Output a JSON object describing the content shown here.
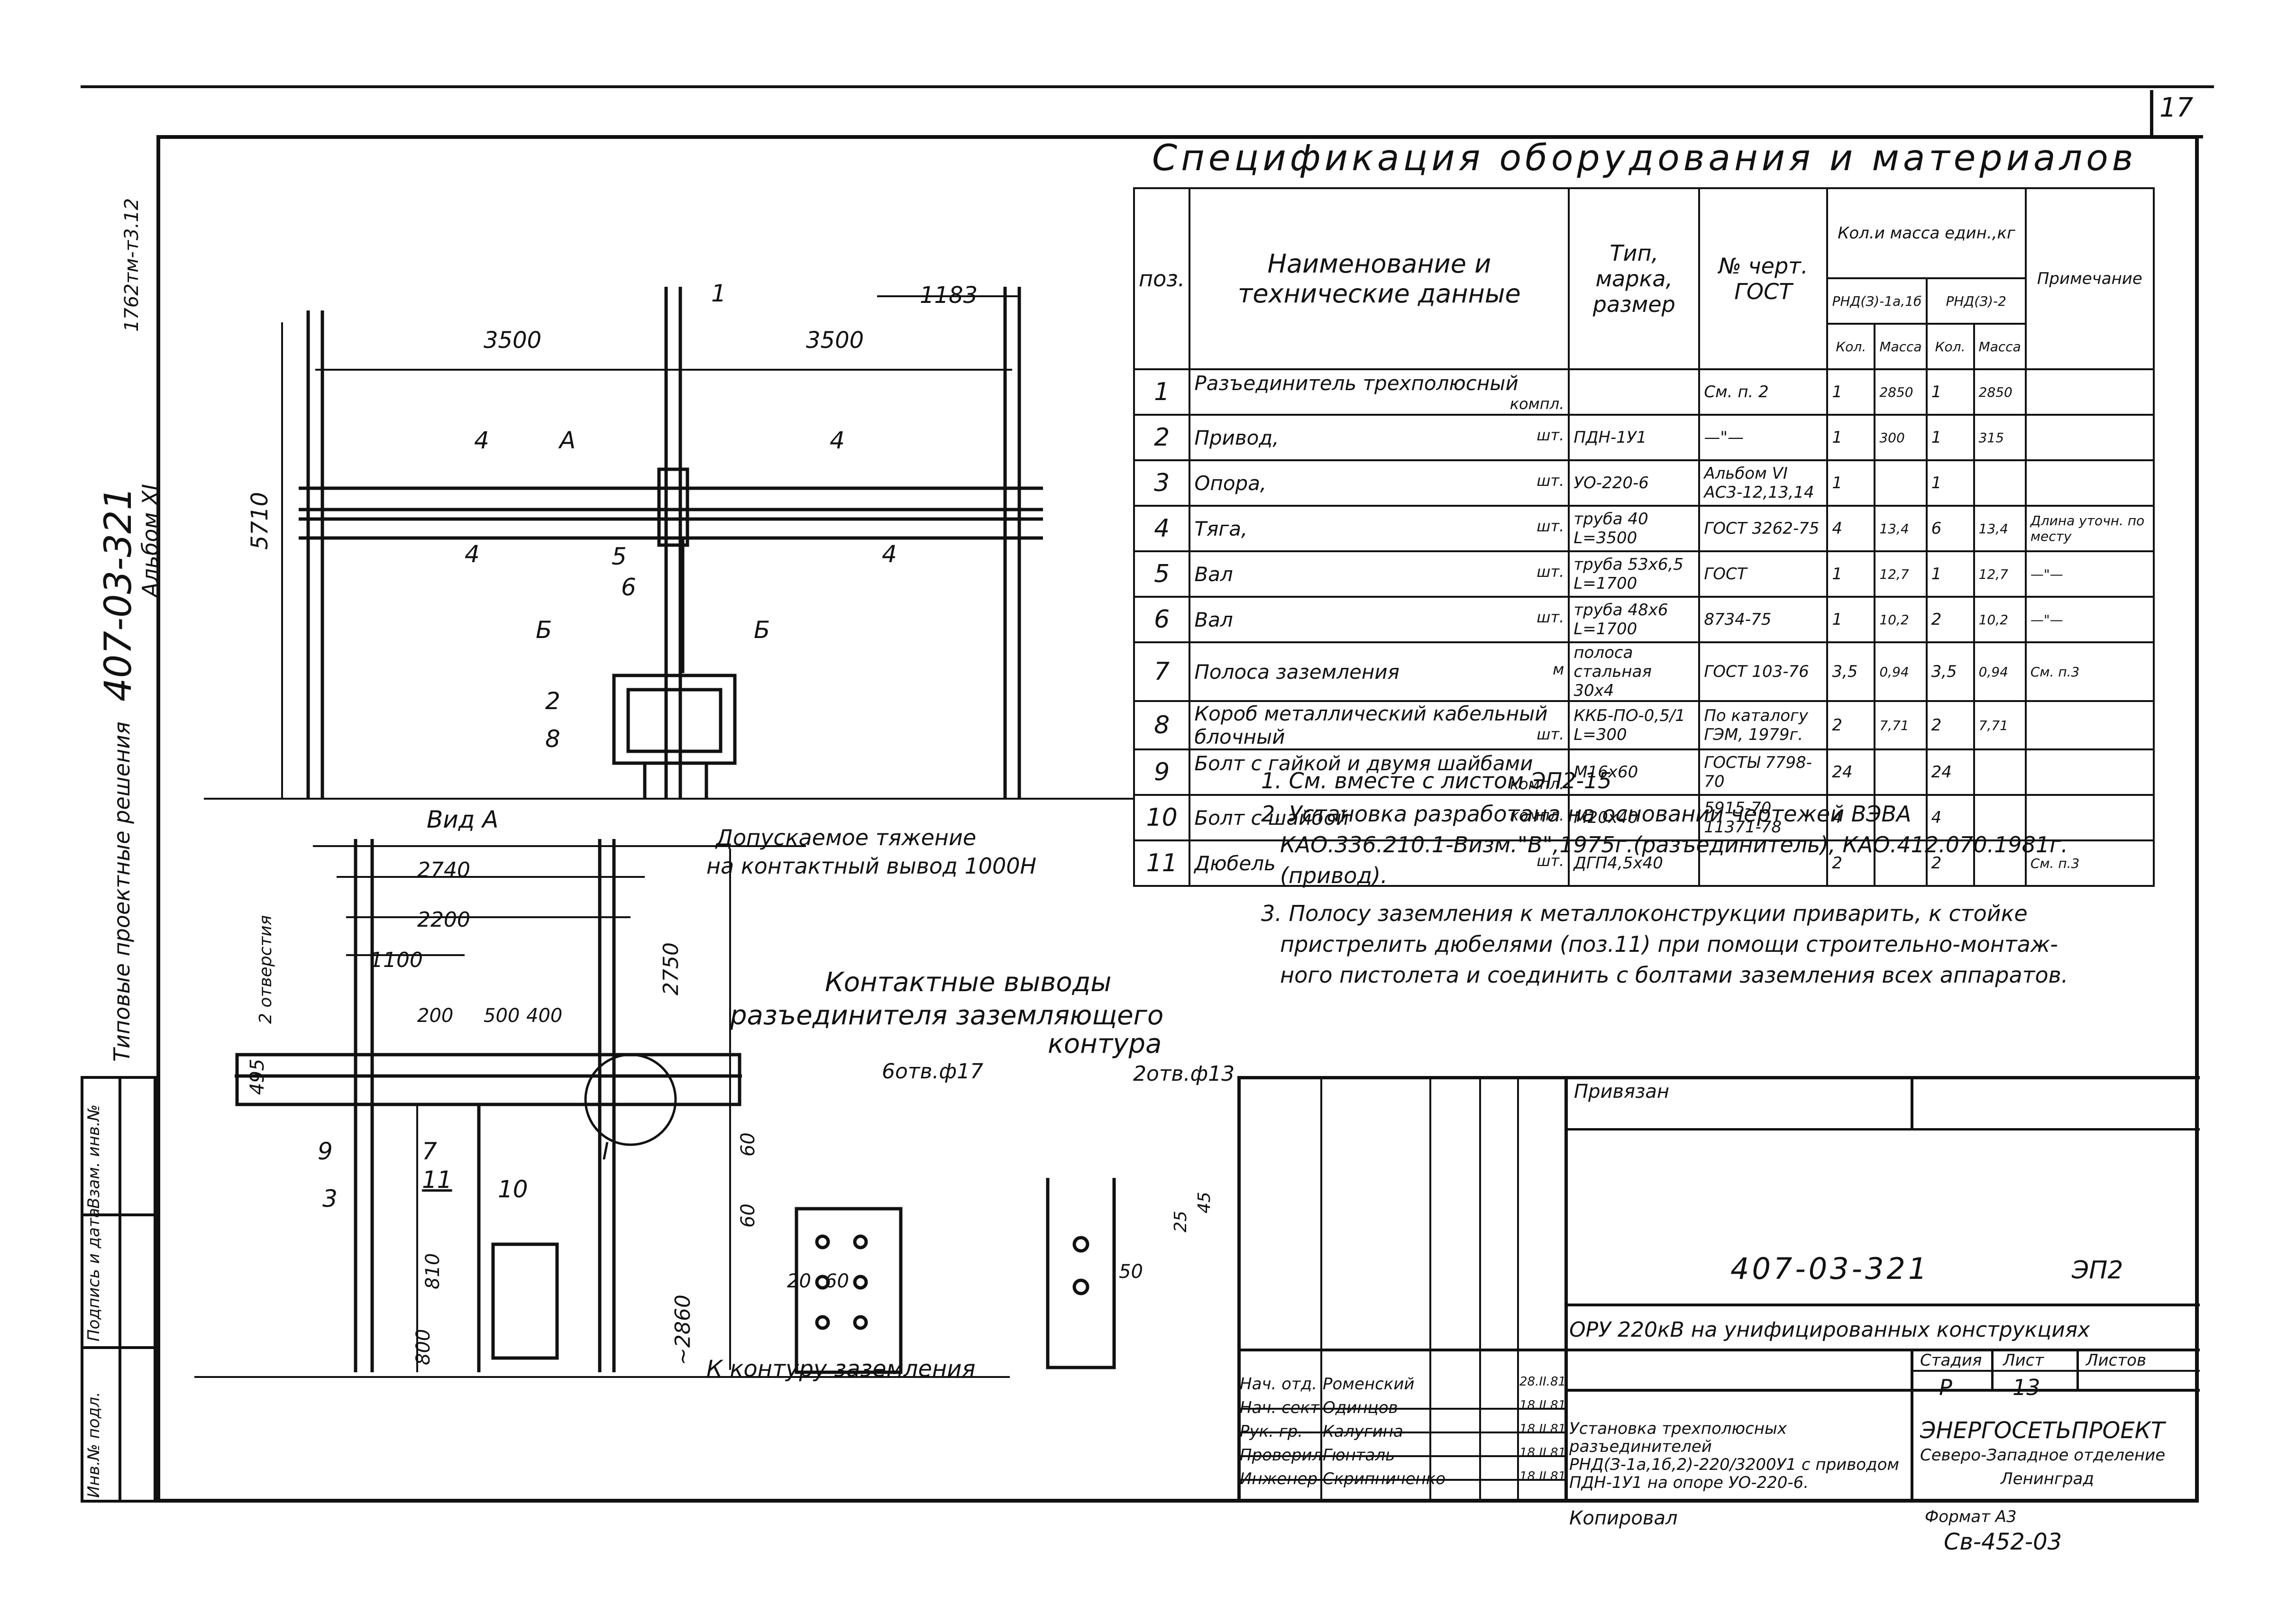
{
  "page": {
    "number": "17",
    "format": "Формат А3",
    "copy_mark": "Св-452-03",
    "copied_by": "Копировал"
  },
  "side": {
    "series_code": "407-03-321",
    "title": "Типовые проектные решения",
    "album": "Альбом XI",
    "ref": "1762тм-т3.12",
    "strip": [
      "Инв.№ подл.",
      "Подпись и дата",
      "Взам. инв.№"
    ]
  },
  "spec": {
    "title": "Спецификация оборудования и материалов",
    "headers": {
      "pos": "поз.",
      "name": "Наименование и технические данные",
      "type": "Тип, марка, размер",
      "drawing": "№ черт. ГОСТ",
      "qty": "Кол.и масса един.,кг",
      "col_a": "РНД(З)-1а,1б",
      "col_b": "РНД(З)-2",
      "kol": "Кол.",
      "massa": "Масса",
      "note": "Примечание"
    },
    "rows": [
      {
        "pos": "1",
        "name": "Разъединитель трехполюсный",
        "unit": "компл.",
        "type": "",
        "doc": "См. п. 2",
        "q1": "1",
        "m1": "2850",
        "q2": "1",
        "m2": "2850",
        "note": ""
      },
      {
        "pos": "2",
        "name": "Привод,",
        "unit": "шт.",
        "type": "ПДН-1У1",
        "doc": "—\"—",
        "q1": "1",
        "m1": "300",
        "q2": "1",
        "m2": "315",
        "note": ""
      },
      {
        "pos": "3",
        "name": "Опора,",
        "unit": "шт.",
        "type": "УО-220-6",
        "doc": "Альбом VI АС3-12,13,14",
        "q1": "1",
        "m1": "",
        "q2": "1",
        "m2": "",
        "note": ""
      },
      {
        "pos": "4",
        "name": "Тяга,",
        "unit": "шт.",
        "type": "труба 40 L=3500",
        "doc": "ГОСТ 3262-75",
        "q1": "4",
        "m1": "13,4",
        "q2": "6",
        "m2": "13,4",
        "note": "Длина уточн. по месту"
      },
      {
        "pos": "5",
        "name": "Вал",
        "unit": "шт.",
        "type": "труба 53x6,5 L=1700",
        "doc": "ГОСТ",
        "q1": "1",
        "m1": "12,7",
        "q2": "1",
        "m2": "12,7",
        "note": "—\"—"
      },
      {
        "pos": "6",
        "name": "Вал",
        "unit": "шт.",
        "type": "труба 48x6 L=1700",
        "doc": "8734-75",
        "q1": "1",
        "m1": "10,2",
        "q2": "2",
        "m2": "10,2",
        "note": "—\"—"
      },
      {
        "pos": "7",
        "name": "Полоса заземления",
        "unit": "м",
        "type": "полоса стальная 30x4",
        "doc": "ГОСТ 103-76",
        "q1": "3,5",
        "m1": "0,94",
        "q2": "3,5",
        "m2": "0,94",
        "note": "См. п.3"
      },
      {
        "pos": "8",
        "name": "Короб металлический кабельный блочный",
        "unit": "шт.",
        "type": "ККБ-ПО-0,5/1 L=300",
        "doc": "По каталогу ГЭМ, 1979г.",
        "q1": "2",
        "m1": "7,71",
        "q2": "2",
        "m2": "7,71",
        "note": ""
      },
      {
        "pos": "9",
        "name": "Болт с гайкой и двумя шайбами",
        "unit": "компл.",
        "type": "М16x60",
        "doc": "ГОСТЫ 7798-70",
        "q1": "24",
        "m1": "",
        "q2": "24",
        "m2": "",
        "note": ""
      },
      {
        "pos": "10",
        "name": "Болт с шайбой",
        "unit": "компл.",
        "type": "М20x40",
        "doc": "5915-70 11371-78",
        "q1": "4",
        "m1": "",
        "q2": "4",
        "m2": "",
        "note": ""
      },
      {
        "pos": "11",
        "name": "Дюбель",
        "unit": "шт.",
        "type": "ДГП4,5x40",
        "doc": "",
        "q1": "2",
        "m1": "",
        "q2": "2",
        "m2": "",
        "note": "См. п.3"
      }
    ]
  },
  "notes": [
    "1. См. вместе с листом ЭП2-15",
    "2. Установка разработана на основании чертежей ВЭВА",
    "КАО.336.210.1-Визм.\"В\",1975г.(разъединитель), КАО.412.070.1981г.",
    "(привод).",
    "3. Полосу заземления к металлоконструкции приварить, к стойке",
    "пристрелить дюбелями (поз.11) при помощи строительно-монтаж-",
    "ного пистолета и соединить с болтами заземления всех аппаратов."
  ],
  "drawing": {
    "dims_top": [
      "3500",
      "3500",
      "1183",
      "5710"
    ],
    "section_labels": [
      "А",
      "Б",
      "Б"
    ],
    "view_a": "Вид А",
    "load_note_1": "Допускаемое тяжение",
    "load_note_2": "на контактный вывод 1000Н",
    "dims_view": [
      "2740",
      "2200",
      "1100",
      "200",
      "500",
      "400",
      "2750",
      "~2860",
      "800",
      "810",
      "495",
      "2 отверстия"
    ],
    "positions": [
      "1",
      "2",
      "3",
      "4",
      "4",
      "4",
      "4",
      "5",
      "6",
      "7",
      "8",
      "9",
      "10",
      "11",
      "I"
    ],
    "ground_note": "К контуру заземления",
    "contacts_title_1": "Контактные выводы",
    "contacts_title_2": "разъединителя  заземляющего",
    "contacts_title_3": "контура",
    "holes_a": "6отв.ф17",
    "holes_b": "2отв.ф13",
    "dims_detail": [
      "60",
      "60",
      "20",
      "60",
      "50",
      "25",
      "45"
    ]
  },
  "title_block": {
    "bound": "Привязан",
    "code": "407-03-321",
    "sheet_code": "ЭП2",
    "object": "ОРУ 220кВ на унифицированных конструкциях",
    "stage_label": "Стадия",
    "sheet_label": "Лист",
    "sheets_label": "Листов",
    "stage": "Р",
    "sheet": "13",
    "sheets": "",
    "description": "Установка трехполюсных разъединителей РНД(З-1а,1б,2)-220/3200У1 с приводом ПДН-1У1 на опоре УО-220-6.",
    "org_1": "ЭНЕРГОСЕТЬПРОЕКТ",
    "org_2": "Северо-Западное отделение",
    "org_3": "Ленинград",
    "staff": [
      {
        "role": "Нач. отд.",
        "name": "Роменский",
        "date": "28.II.81"
      },
      {
        "role": "Нач. сект.",
        "name": "Одинцов",
        "date": "18.II.81"
      },
      {
        "role": "Рук. гр.",
        "name": "Калугина",
        "date": "18.II.81"
      },
      {
        "role": "Проверил",
        "name": "Гюнталь",
        "date": "18.II.81"
      },
      {
        "role": "Инженер",
        "name": "Скрипниченко",
        "date": "18.II.81"
      }
    ]
  }
}
